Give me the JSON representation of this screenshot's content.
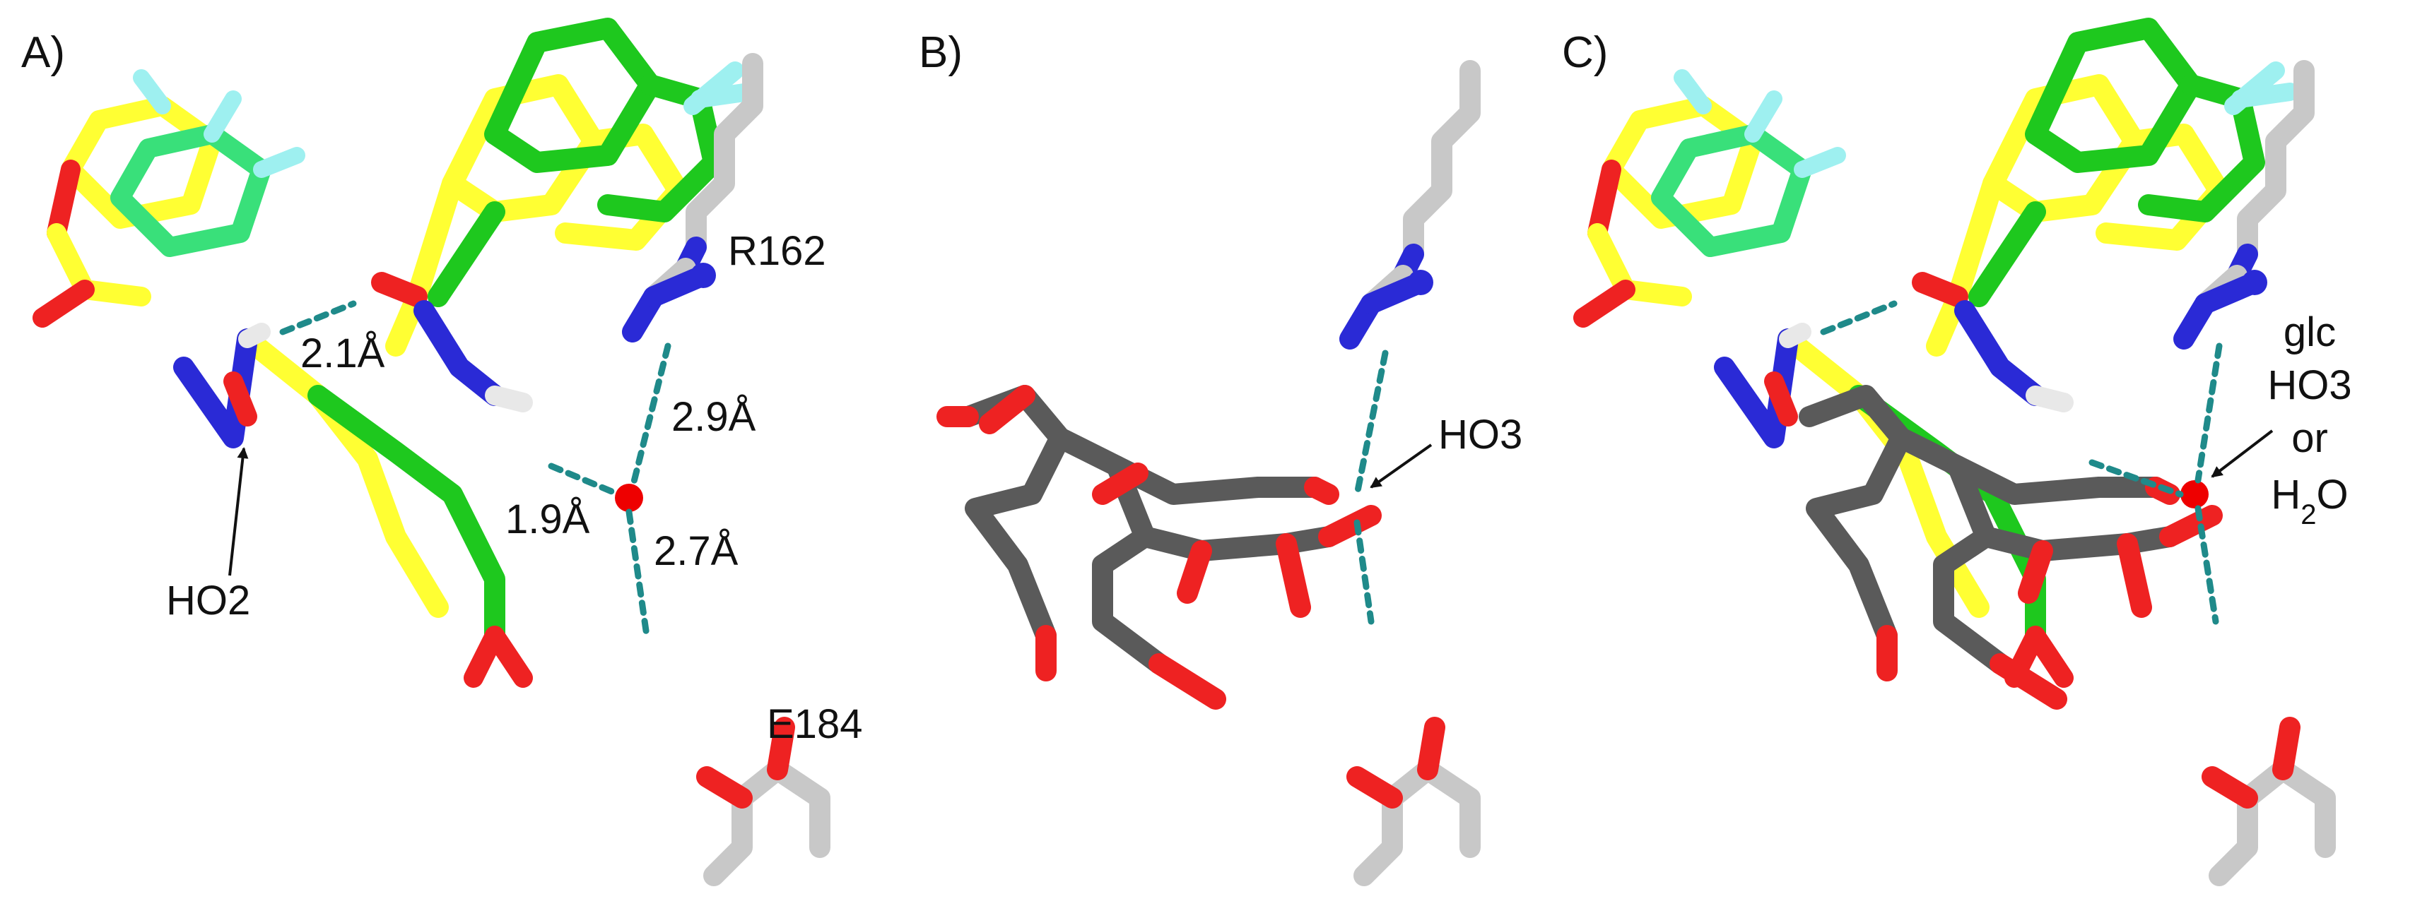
{
  "colors": {
    "ligand_a": "#ffff33",
    "ligand_b": "#1ec81e",
    "ligand_b_light": "#39e07a",
    "fluorine": "#9ef0f0",
    "oxygen": "#ee2222",
    "nitrogen": "#2a2ad6",
    "hydrogen": "#e8e8e8",
    "protein_carbon": "#c8c8c8",
    "glucose_carbon": "#5a5a5a",
    "water": "#ee0000",
    "hbond": "#1f8a8a"
  },
  "panels": [
    {
      "id": "A",
      "label": "A)",
      "annotations": {
        "residue_top": "R162",
        "residue_bottom": "E184",
        "d1": "2.1Å",
        "d2": "2.9Å",
        "d3": "1.9Å",
        "d4": "2.7Å",
        "hydroxyl": "HO2"
      }
    },
    {
      "id": "B",
      "label": "B)",
      "annotations": {
        "hydroxyl": "HO3"
      }
    },
    {
      "id": "C",
      "label": "C)",
      "annotations": {
        "line1": "glc",
        "line2": "HO3",
        "line3": "or",
        "line4_main": "H",
        "line4_sub": "2",
        "line4_end": "O"
      }
    }
  ]
}
